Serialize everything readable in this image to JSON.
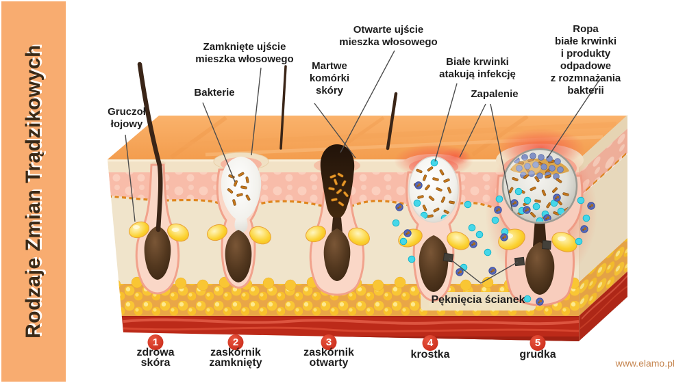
{
  "sidebar": {
    "title": "Rodzaje Zmian Trądzikowych"
  },
  "annotations": {
    "gruczol": "Gruczoł\nłojowy",
    "zamkniete": "Zamknięte ujście\nmieszka włosowego",
    "bakterie": "Bakterie",
    "martwe": "Martwe\nkomórki\nskóry",
    "otwarte": "Otwarte ujście\nmieszka włosowego",
    "biale": "Białe krwinki\natakują infekcję",
    "zapalenie": "Zapalenie",
    "ropa": "Ropa\nbiałe krwinki\ni produkty odpadowe\nz rozmnażania bakterii",
    "pekniecia": "Pęknięcia ścianek"
  },
  "stages": [
    {
      "number": "1",
      "label": "zdrowa\nskóra"
    },
    {
      "number": "2",
      "label": "zaskórnik\nzamknięty"
    },
    {
      "number": "3",
      "label": "zaskórnik\notwarty"
    },
    {
      "number": "4",
      "label": "krostka"
    },
    {
      "number": "5",
      "label": "grudka"
    }
  ],
  "footer": {
    "website": "www.elamo.pl"
  },
  "colors": {
    "sidebar-bg": "#F8AC70",
    "title-color": "#3A2A18",
    "label-color": "#1D1D1D",
    "circle-red": "#C52413",
    "website-color": "#C5854F",
    "skin-top": "#F8A75B",
    "dermis-pink": "#F8BCA9",
    "fat-yellow": "#F9C634",
    "muscle-red": "#BC2A19",
    "inflammation-red": "#F4503A",
    "bacteria-orange": "#C4761B",
    "wbc-cyan": "#45D7E9"
  }
}
